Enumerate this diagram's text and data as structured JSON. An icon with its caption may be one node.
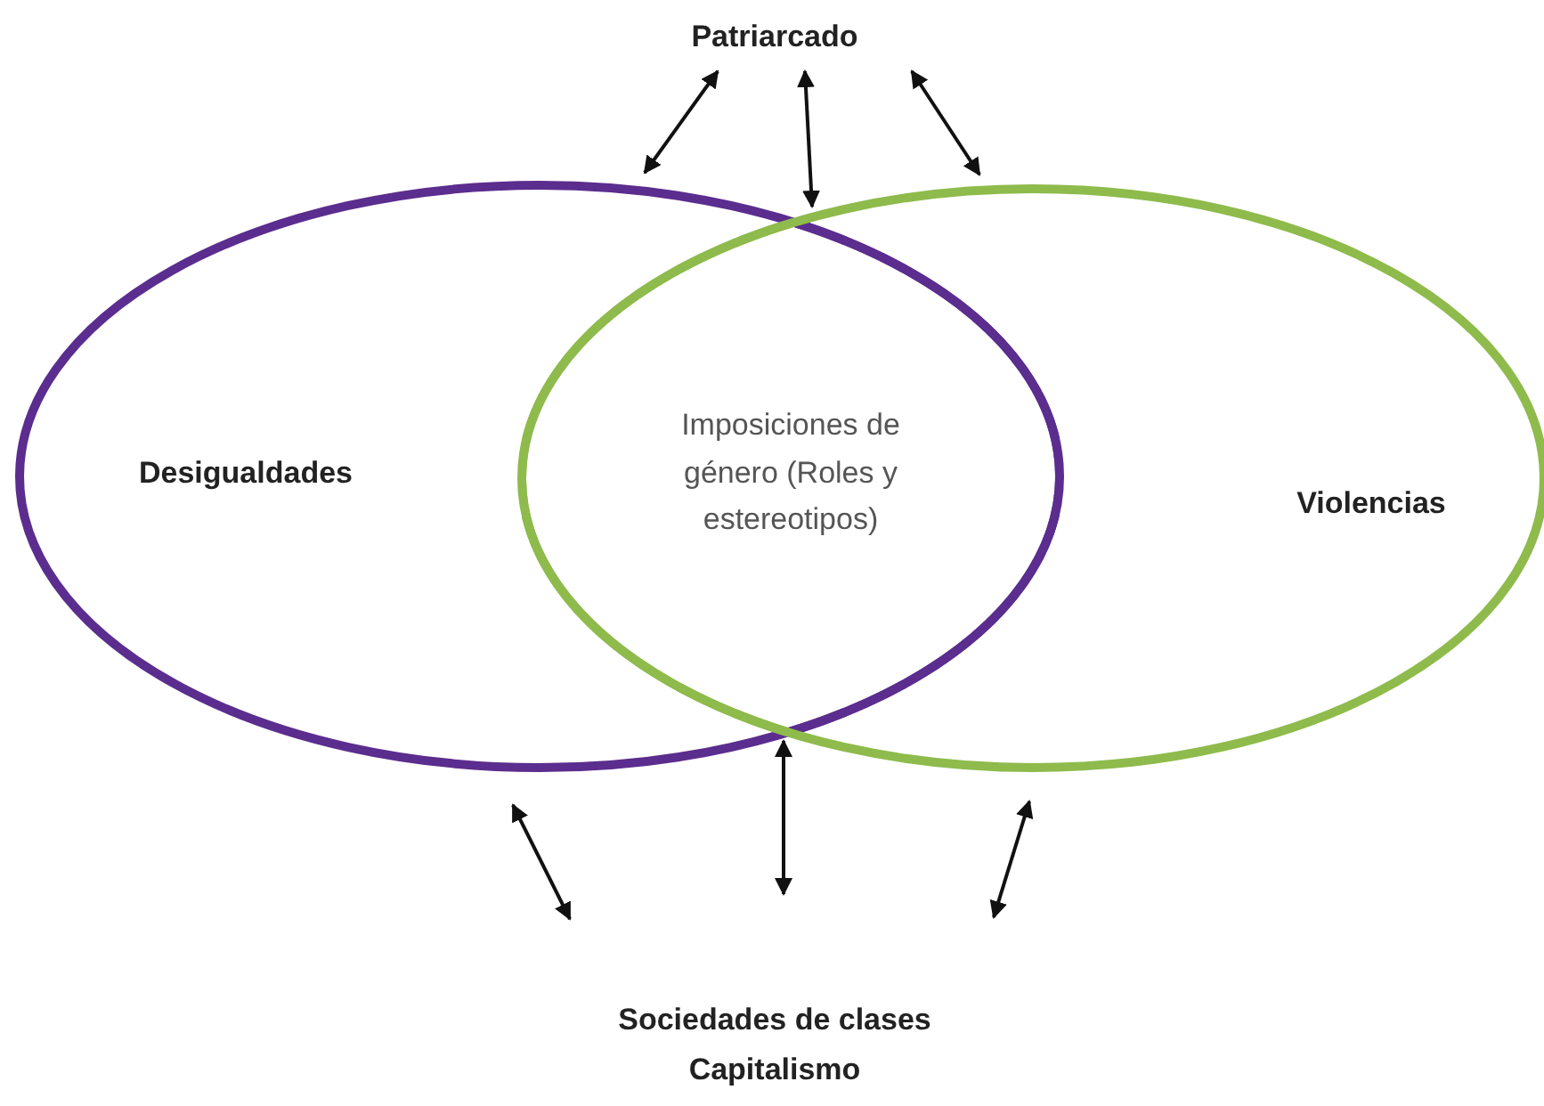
{
  "diagram": {
    "nodes": [
      {
        "text": [
          "Patriarcado"
        ]
      },
      {
        "text": [
          "Desigualdades"
        ]
      },
      {
        "text": [
          "Imposiciones de género (Roles y estereotipos)"
        ]
      },
      {
        "text": [
          "Violencias"
        ]
      },
      {
        "text": [
          "Sociedades de clases",
          "Capitalismo"
        ]
      }
    ],
    "edges": [
      {
        "from": 0,
        "to": 1,
        "arrow": "both"
      },
      {
        "from": 0,
        "to": 2,
        "arrow": "both"
      },
      {
        "from": 0,
        "to": 3,
        "arrow": "both"
      },
      {
        "from": 1,
        "to": 4,
        "arrow": "both"
      },
      {
        "from": 2,
        "to": 4,
        "arrow": "both"
      },
      {
        "from": 3,
        "to": 4,
        "arrow": "both"
      }
    ]
  }
}
